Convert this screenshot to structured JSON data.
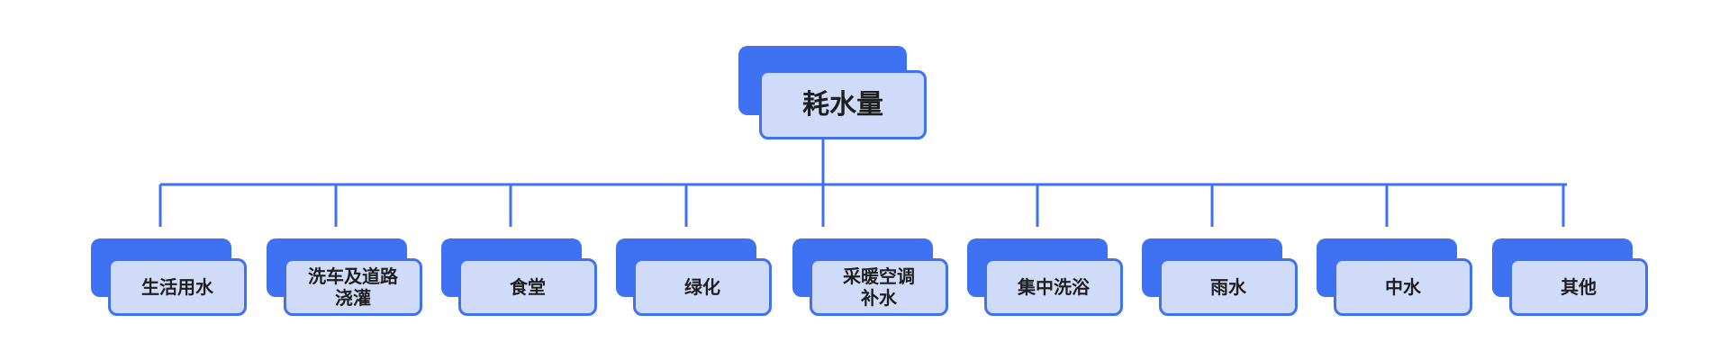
{
  "colors": {
    "accent": "#3f72f2",
    "node_fill": "#cfdbf8",
    "text": "#1f1f1f",
    "background": "#ffffff"
  },
  "root": {
    "label": "耗水量"
  },
  "children": [
    {
      "label": "生活用水"
    },
    {
      "label": "洗车及道路\n浇灌"
    },
    {
      "label": "食堂"
    },
    {
      "label": "绿化"
    },
    {
      "label": "采暖空调\n补水"
    },
    {
      "label": "集中洗浴"
    },
    {
      "label": "雨水"
    },
    {
      "label": "中水"
    },
    {
      "label": "其他"
    }
  ]
}
